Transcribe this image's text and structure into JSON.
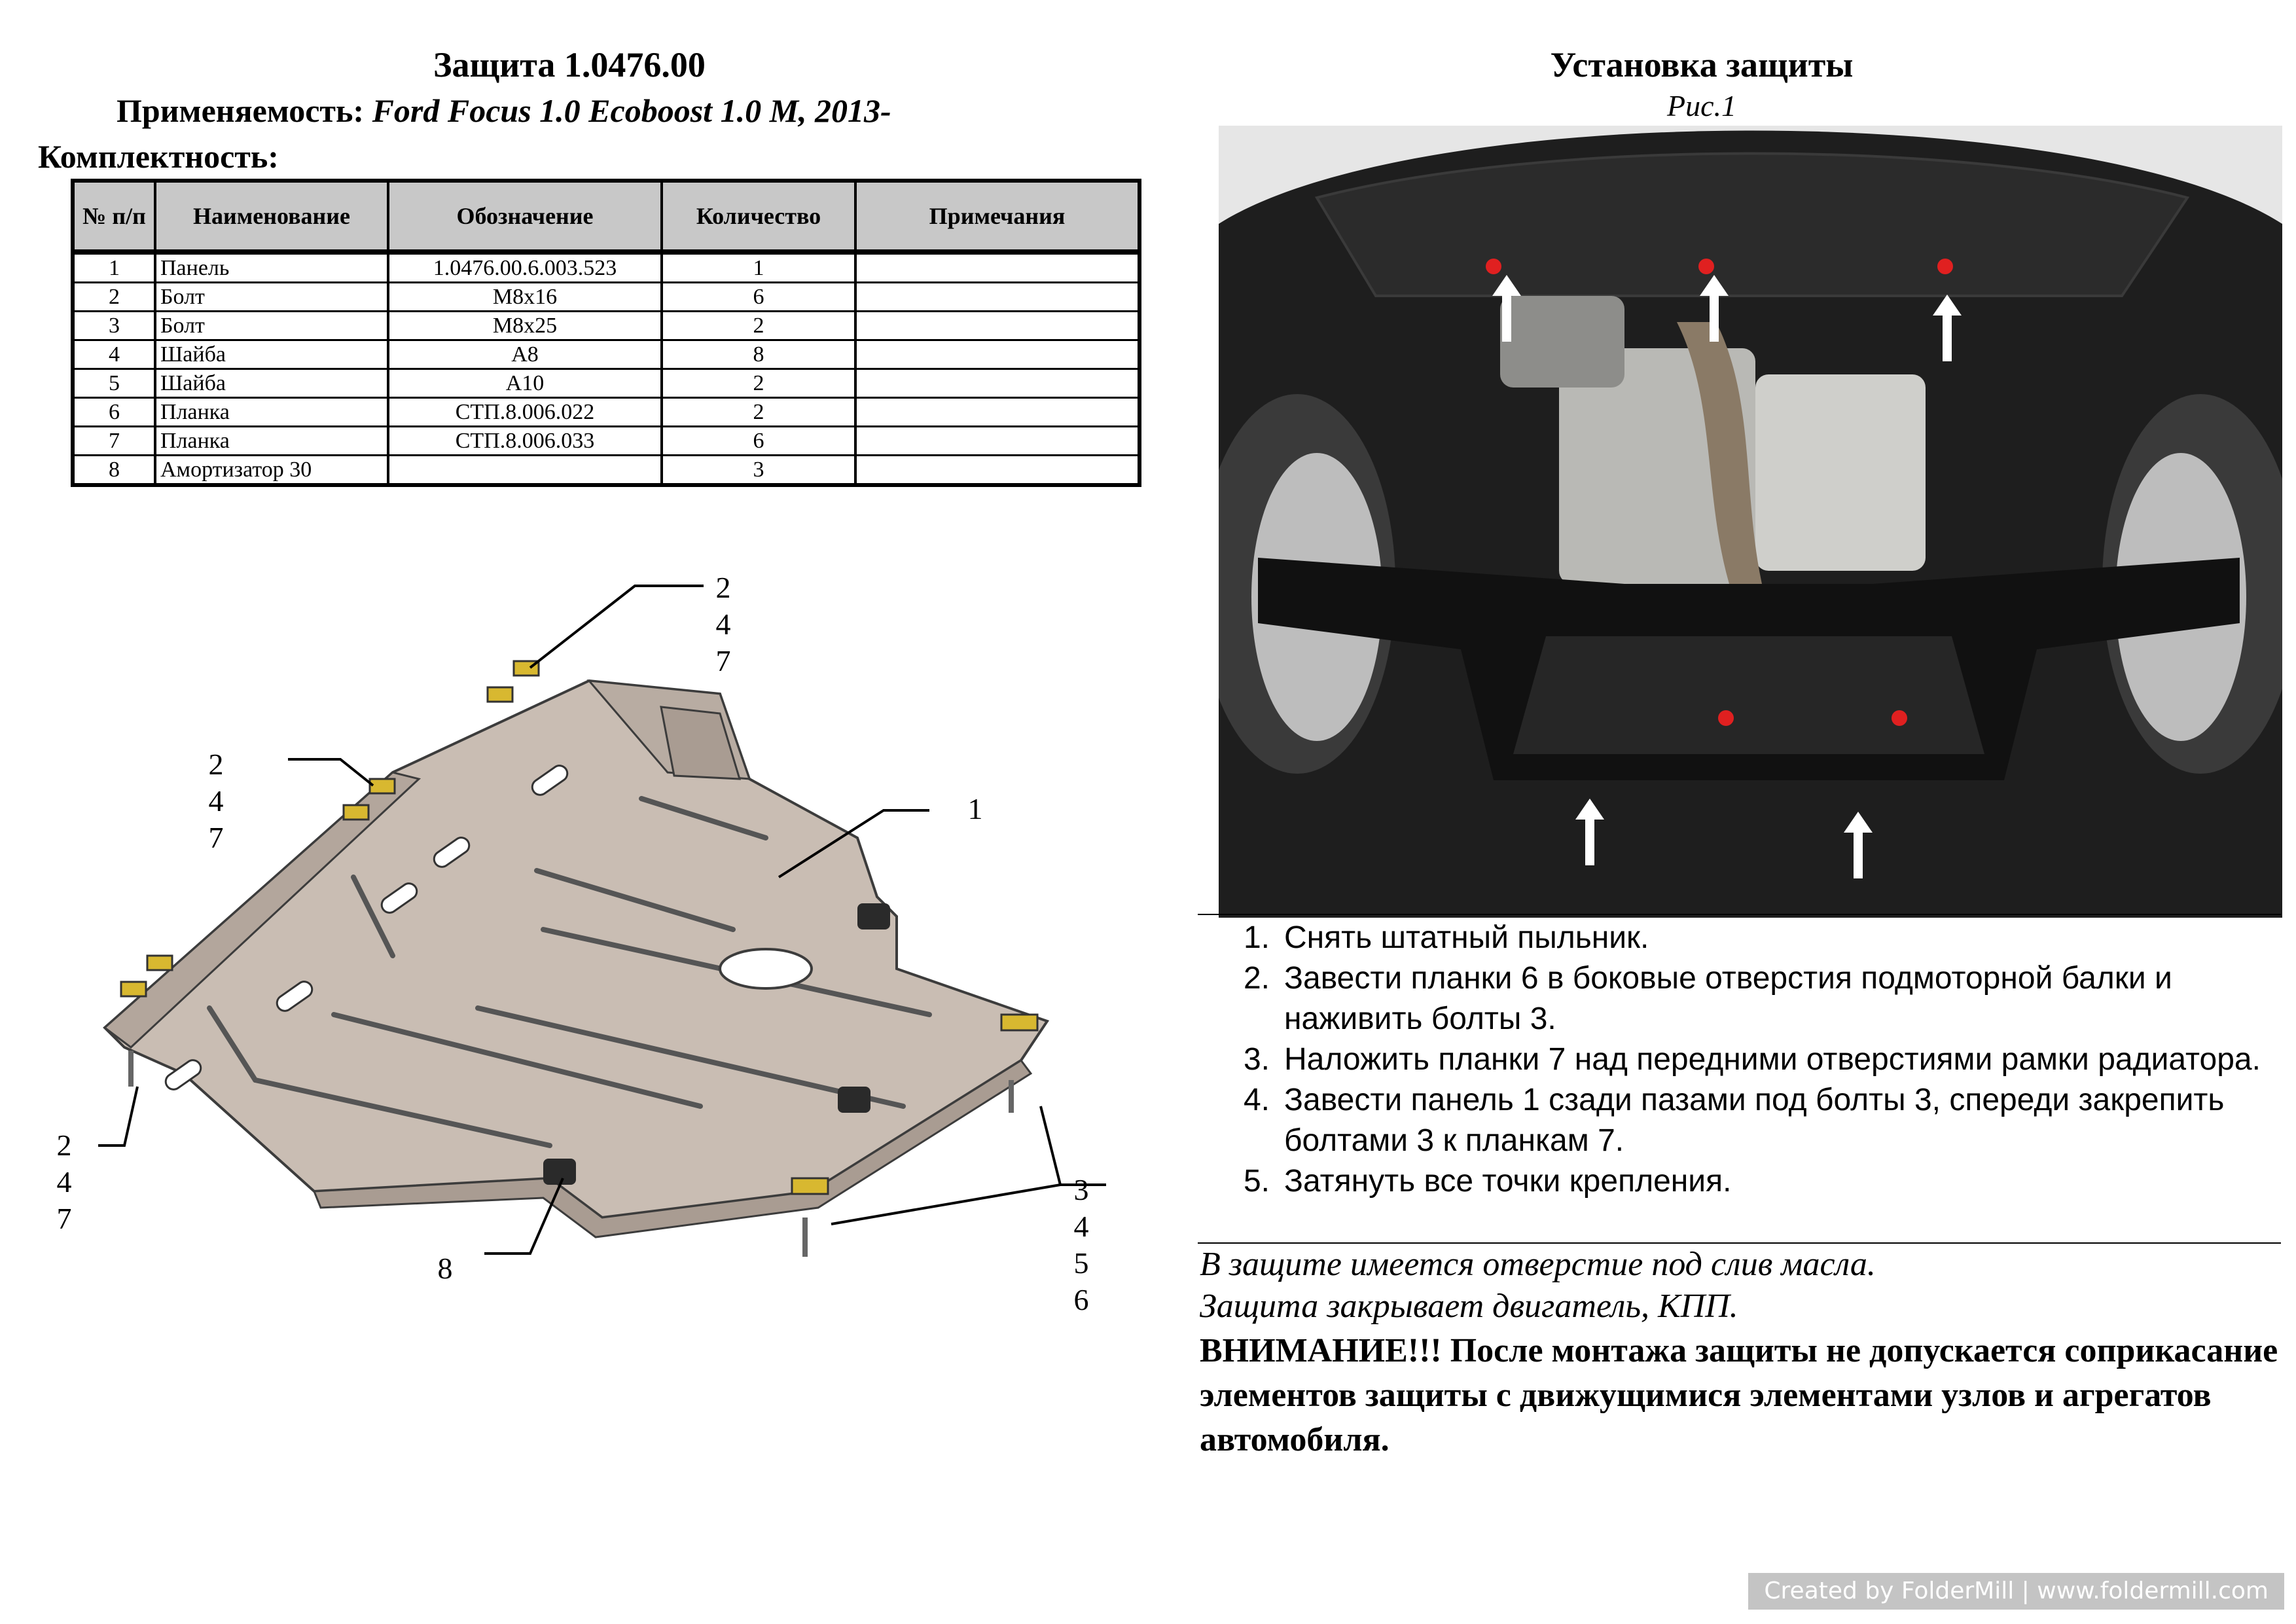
{
  "header": {
    "title": "Защита 1.0476.00",
    "applicability_label": "Применяемость:",
    "applicability_value": "Ford Focus 1.0 Ecoboost 1.0 M, 2013-",
    "kit_label": "Комплектность:"
  },
  "table": {
    "columns": [
      "№ п/п",
      "Наименование",
      "Обозначение",
      "Количество",
      "Примечания"
    ],
    "rows": [
      [
        "1",
        "Панель",
        "1.0476.00.6.003.523",
        "1",
        ""
      ],
      [
        "2",
        "Болт",
        "M8x16",
        "6",
        ""
      ],
      [
        "3",
        "Болт",
        "M8x25",
        "2",
        ""
      ],
      [
        "4",
        "Шайба",
        "A8",
        "8",
        ""
      ],
      [
        "5",
        "Шайба",
        "A10",
        "2",
        ""
      ],
      [
        "6",
        "Планка",
        "СТП.8.006.022",
        "2",
        ""
      ],
      [
        "7",
        "Планка",
        "СТП.8.006.033",
        "6",
        ""
      ],
      [
        "8",
        "Амортизатор 30",
        "",
        "3",
        ""
      ]
    ]
  },
  "diagram": {
    "callouts": [
      {
        "lines": [
          "2",
          "4",
          "7"
        ]
      },
      {
        "lines": [
          "2",
          "4",
          "7"
        ]
      },
      {
        "lines": [
          "1"
        ]
      },
      {
        "lines": [
          "2",
          "4",
          "7"
        ]
      },
      {
        "lines": [
          "8"
        ]
      },
      {
        "lines": [
          "3",
          "4",
          "5",
          "6"
        ]
      }
    ]
  },
  "install": {
    "title": "Установка защиты",
    "figure_caption": "Рис.1",
    "steps": [
      {
        "num": "1.",
        "text": "Снять штатный пыльник."
      },
      {
        "num": "2.",
        "text": "Завести планки 6 в боковые отверстия подмоторной балки и наживить болты 3."
      },
      {
        "num": "3.",
        "text": "Наложить планки 7 над передними отверстиями рамки радиатора."
      },
      {
        "num": "4.",
        "text": "Завести панель 1 сзади пазами под болты 3, спереди закрепить болтами 3 к планкам 7."
      },
      {
        "num": "5.",
        "text": "Затянуть все точки крепления."
      }
    ],
    "note1": "В защите имеется отверстие под слив масла.",
    "note2": "Защита закрывает двигатель, КПП.",
    "warning": "ВНИМАНИЕ!!! После монтажа защиты не допускается соприкасание элементов защиты с движущимися элементами узлов и агрегатов автомобиля."
  },
  "footer": {
    "text": "Created by FolderMill | www.foldermill.com"
  },
  "colors": {
    "panel": "#c9bdb3",
    "bracket": "#d8b830",
    "photo_bg": "#1e1e1e",
    "table_header": "#c8c8c8"
  }
}
